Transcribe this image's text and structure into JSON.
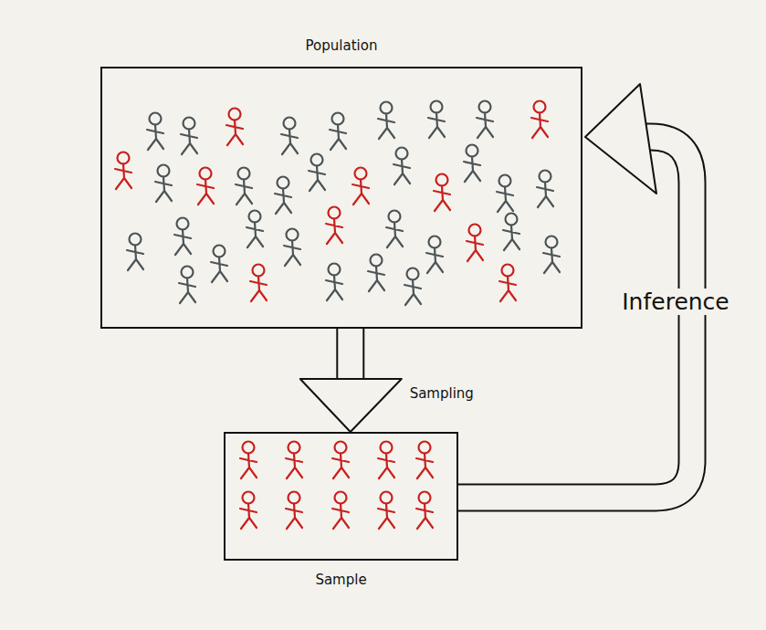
{
  "diagram": {
    "nodes": [
      {
        "text": [
          "Population"
        ]
      },
      {
        "text": [
          "Sample"
        ]
      }
    ],
    "edges": [
      {
        "from": 0,
        "to": 1,
        "arrow": "to",
        "label": "Sampling"
      },
      {
        "from": 1,
        "to": 0,
        "arrow": "to",
        "label": "Inference"
      }
    ]
  }
}
